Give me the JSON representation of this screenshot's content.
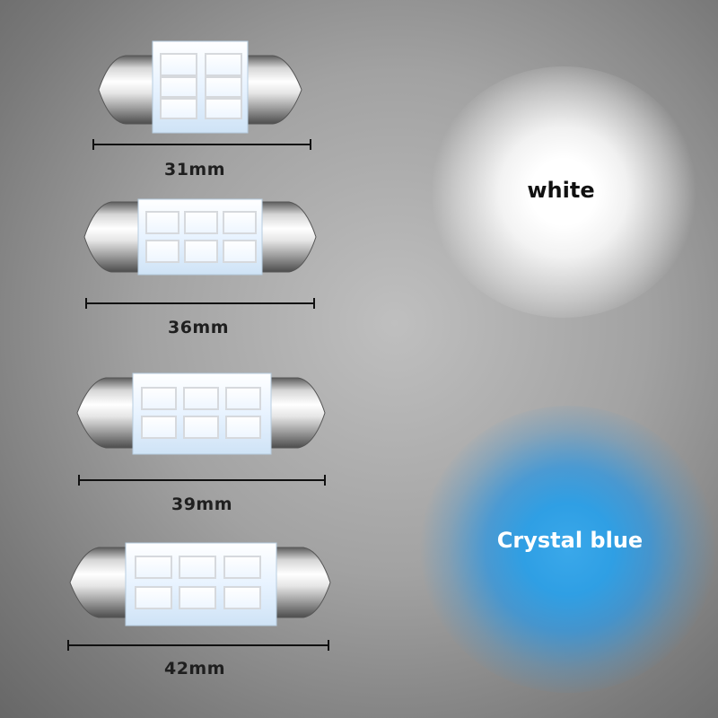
{
  "bulbs": [
    {
      "size_label": "31mm"
    },
    {
      "size_label": "36mm"
    },
    {
      "size_label": "39mm"
    },
    {
      "size_label": "42mm"
    }
  ],
  "colors": {
    "white": {
      "label": "white",
      "glow_color": "#ffffff"
    },
    "blue": {
      "label": "Crystal blue",
      "glow_color": "#3aa8ea"
    }
  },
  "palette": {
    "chrome_light": "#f2f2f2",
    "chrome_dark": "#6d6d6d",
    "board": "#e3f0ff",
    "led": "#ffffff",
    "dimension_line": "#111111"
  },
  "icons": [
    "festoon-led-bulb-icon",
    "dimension-line-icon"
  ]
}
